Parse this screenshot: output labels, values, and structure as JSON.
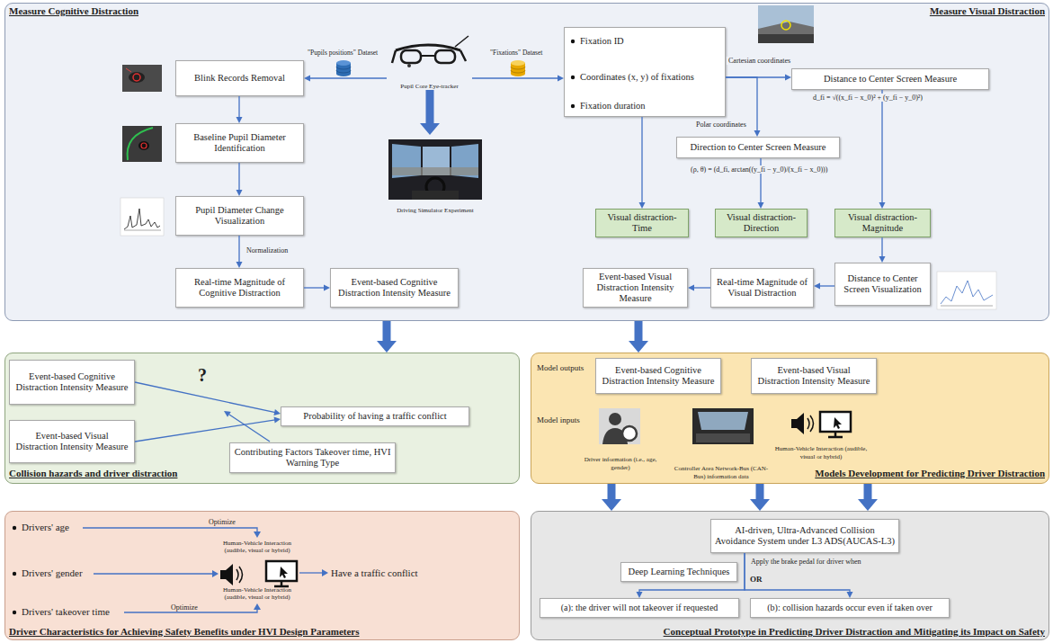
{
  "diagram": {
    "nodes": [
      {
        "text": [
          "Measure Cognitive Distraction",
          "Measure Visual Distraction"
        ]
      },
      {
        "text": [
          "Pupil Core Eye-tracker"
        ],
        "in": 0
      },
      {
        "text": [
          "Blink Records Removal"
        ],
        "in": 0
      },
      {
        "text": [
          "Baseline Pupil Diameter Identification"
        ],
        "in": 0
      },
      {
        "text": [
          "Pupil Diameter Change Visualization"
        ],
        "in": 0
      },
      {
        "text": [
          "Real-time Magnitude of Cognitive Distraction"
        ],
        "in": 0
      },
      {
        "text": [
          "Event-based Cognitive Distraction Intensity Measure"
        ],
        "in": 0
      },
      {
        "text": [
          "Driving Simulator Experiment"
        ],
        "in": 0
      },
      {
        "text": [
          "Fixation ID",
          "Coordinates (x, y) of fixations",
          "Fixation duration"
        ],
        "in": 0
      },
      {
        "text": [
          "Distance to Center Screen Measure"
        ],
        "in": 0
      },
      {
        "text": [
          "Direction to Center Screen Measure"
        ],
        "in": 0
      },
      {
        "text": [
          "Visual distraction-Time"
        ],
        "in": 0
      },
      {
        "text": [
          "Visual distraction-Direction"
        ],
        "in": 0
      },
      {
        "text": [
          "Visual distraction-Magnitude"
        ],
        "in": 0
      },
      {
        "text": [
          "Distance to Center Screen Visualization"
        ],
        "in": 0
      },
      {
        "text": [
          "Real-time Magnitude of Visual Distraction"
        ],
        "in": 0
      },
      {
        "text": [
          "Event-based Visual Distraction Intensity Measure"
        ],
        "in": 0
      },
      {
        "text": [
          "Collision hazards and driver distraction"
        ]
      },
      {
        "text": [
          "Event-based Cognitive Distraction Intensity Measure"
        ],
        "in": 17
      },
      {
        "text": [
          "Event-based Visual Distraction Intensity Measure"
        ],
        "in": 17
      },
      {
        "text": [
          "Probability of having a traffic conflict"
        ],
        "in": 17
      },
      {
        "text": [
          "Contributing Factors Takeover time, HVI Warning Type"
        ],
        "in": 17
      },
      {
        "text": [
          "Models Development for Predicting Driver Distraction"
        ]
      },
      {
        "text": [
          "Event-based Cognitive Distraction Intensity Measure"
        ],
        "in": 22
      },
      {
        "text": [
          "Event-based Visual Distraction Intensity Measure"
        ],
        "in": 22
      },
      {
        "text": [
          "Driver information (i.e., age, gender)"
        ],
        "in": 22
      },
      {
        "text": [
          "Controller Area Network-Bus (CAN-Bus) information data"
        ],
        "in": 22
      },
      {
        "text": [
          "Human-Vehicle Interaction (audible, visual or hybrid)"
        ],
        "in": 22
      },
      {
        "text": [
          "Driver Characteristics for Achieving Safety Benefits under HVI Design Parameters"
        ]
      },
      {
        "text": [
          "Conceptual Prototype in Predicting Driver Distraction and Mitigating its Impact on Safety"
        ]
      },
      {
        "text": [
          "AI-driven, Ultra-Advanced Collision Avoidance System under L3 ADS(AUCAS-L3)"
        ],
        "in": 29
      },
      {
        "text": [
          "Deep Learning Techniques"
        ],
        "in": 29
      },
      {
        "text": [
          "(a): the driver will not takeover if requested"
        ],
        "in": 29
      },
      {
        "text": [
          "(b): collision hazards occur even if taken over"
        ],
        "in": 29
      }
    ],
    "edges": [
      {
        "from": 1,
        "to": 2,
        "arrow": "to",
        "label": "\"Pupils positions\" Dataset"
      },
      {
        "from": 1,
        "to": 8,
        "arrow": "to",
        "label": "\"Fixations\" Dataset"
      },
      {
        "from": 1,
        "to": 7,
        "arrow": "to"
      },
      {
        "from": 2,
        "to": 3,
        "arrow": "to"
      },
      {
        "from": 3,
        "to": 4,
        "arrow": "to"
      },
      {
        "from": 4,
        "to": 5,
        "arrow": "to",
        "label": "Normalization"
      },
      {
        "from": 5,
        "to": 6,
        "arrow": "to"
      },
      {
        "from": 8,
        "to": 9,
        "arrow": "to",
        "label": "Cartesian coordinates"
      },
      {
        "from": 8,
        "to": 10,
        "arrow": "to",
        "label": "Polar coordinates"
      },
      {
        "from": 8,
        "to": 11,
        "arrow": "to"
      },
      {
        "from": 9,
        "to": 13,
        "arrow": "to"
      },
      {
        "from": 10,
        "to": 12,
        "arrow": "to"
      },
      {
        "from": 13,
        "to": 14,
        "arrow": "to"
      },
      {
        "from": 14,
        "to": 15,
        "arrow": "to"
      },
      {
        "from": 15,
        "to": 16,
        "arrow": "to"
      },
      {
        "from": 0,
        "to": 17,
        "arrow": "to"
      },
      {
        "from": 0,
        "to": 22,
        "arrow": "to"
      },
      {
        "from": 18,
        "to": 20,
        "arrow": "to"
      },
      {
        "from": 19,
        "to": 20,
        "arrow": "to"
      },
      {
        "from": 22,
        "to": 29,
        "arrow": "to"
      },
      {
        "from": 22,
        "to": 29,
        "arrow": "to"
      },
      {
        "from": 22,
        "to": 29,
        "arrow": "to"
      },
      {
        "from": 30,
        "to": 32,
        "arrow": "to"
      },
      {
        "from": 30,
        "to": 33,
        "arrow": "to"
      }
    ],
    "labels": [
      "d_fi = √((x_fi − x_0)² + (y_fi − y_0)²)",
      "(ρ, θ) = (d_fi, arctan((y_fi − y_0)/(x_fi − x_0)))",
      "?",
      "Model outputs",
      "Model inputs",
      "Drivers' age",
      "Drivers' gender",
      "Drivers' takeover time",
      "Optimize",
      "Optimize",
      "Human-Vehicle Interaction (audible, visual or hybrid)",
      "Human-Vehicle Interaction (audible, visual or hybrid)",
      "Have a traffic conflict",
      "Apply the brake pedal for driver when",
      "OR"
    ]
  }
}
